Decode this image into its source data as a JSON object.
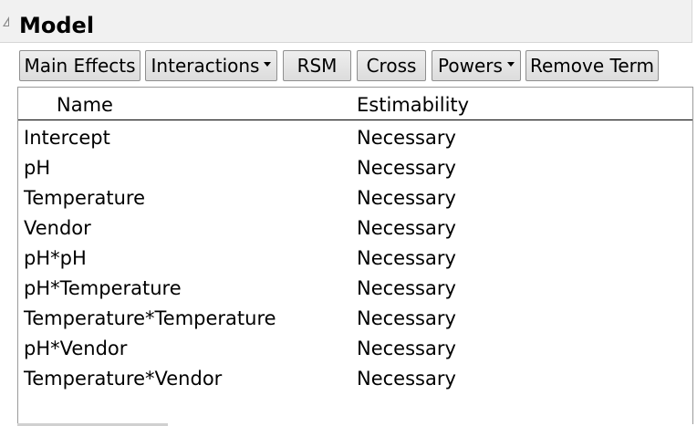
{
  "outline": {
    "title": "Model"
  },
  "toolbar": {
    "buttons": [
      {
        "label": "Main Effects",
        "dropdown": false
      },
      {
        "label": "Interactions",
        "dropdown": true
      },
      {
        "label": "RSM",
        "dropdown": false
      },
      {
        "label": "Cross",
        "dropdown": false
      },
      {
        "label": "Powers",
        "dropdown": true
      },
      {
        "label": "Remove Term",
        "dropdown": false
      }
    ]
  },
  "table": {
    "columns": [
      "Name",
      "Estimability"
    ],
    "rows": [
      {
        "name": "Intercept",
        "estimability": "Necessary"
      },
      {
        "name": "pH",
        "estimability": "Necessary"
      },
      {
        "name": "Temperature",
        "estimability": "Necessary"
      },
      {
        "name": "Vendor",
        "estimability": "Necessary"
      },
      {
        "name": "pH*pH",
        "estimability": "Necessary"
      },
      {
        "name": "pH*Temperature",
        "estimability": "Necessary"
      },
      {
        "name": "Temperature*Temperature",
        "estimability": "Necessary"
      },
      {
        "name": "pH*Vendor",
        "estimability": "Necessary"
      },
      {
        "name": "Temperature*Vendor",
        "estimability": "Necessary"
      }
    ]
  }
}
